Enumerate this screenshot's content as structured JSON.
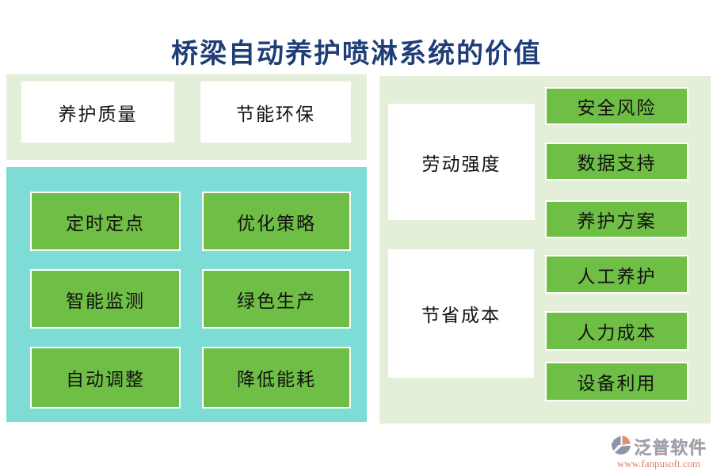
{
  "title": "桥梁自动养护喷淋系统的价值",
  "colors": {
    "title_navy": "#1F3E78",
    "panel_light_green": "#E3EFD9",
    "panel_teal": "#7DDDD6",
    "node_green": "#6FBE45",
    "node_border": "#FFFFFF",
    "node_text": "#111111",
    "logo_gray": "#8C96A8",
    "logo_salmon": "#DE9270",
    "url_salmon": "#DD8068"
  },
  "left_panel": {
    "items": [
      "养护质量",
      "节能环保"
    ]
  },
  "teal_panel": {
    "items": [
      "定时定点",
      "优化策略",
      "智能监测",
      "绿色生产",
      "自动调整",
      "降低能耗"
    ]
  },
  "right_panel": {
    "groups": [
      {
        "header": "劳动强度",
        "items": [
          "安全风险",
          "数据支持",
          "养护方案"
        ]
      },
      {
        "header": "节省成本",
        "items": [
          "人工养护",
          "人力成本",
          "设备利用"
        ]
      }
    ]
  },
  "footer": {
    "brand": "泛普软件",
    "url": "www.fanpusoft.com"
  }
}
